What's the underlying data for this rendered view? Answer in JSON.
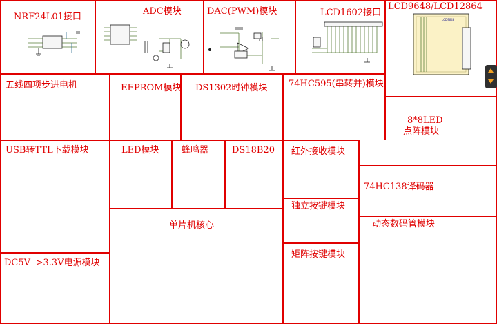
{
  "modules": {
    "nrf24l01": "NRF24L01接口",
    "adc": "ADC模块",
    "dac": "DAC(PWM)模块",
    "lcd1602": "LCD1602接口",
    "lcd9648": "LCD9648/LCD12864",
    "stepper": "五线四项步进电机",
    "eeprom": "EEPROM模块",
    "ds1302": "DS1302时钟模块",
    "hc595": "74HC595(串转并)模块",
    "led_matrix_line1": "8*8LED",
    "led_matrix_line2": "点阵模块",
    "usb_ttl": "USB转TTL下载模块",
    "led": "LED模块",
    "buzzer": "蜂鸣器",
    "ds18b20": "DS18B20",
    "ir": "红外接收模块",
    "hc138": "74HC138译码器",
    "mcu_core": "单片机核心",
    "key_independent": "独立按键模块",
    "dc_power": "DC5V-->3.3V电源模块",
    "dynamic_seg": "动态数码管模块",
    "matrix_key": "矩阵按键模块"
  },
  "colors": {
    "border": "#e00000",
    "title": "#e00000",
    "wire": "#5a7d3a",
    "component_blue": "#1f4fd0",
    "lcd_panel": "#fbf2c6",
    "scroll_widget_bg": "#2f2f2f",
    "scroll_widget_arrow": "#f0a020"
  },
  "icons": {
    "scroll_widget": [
      "chevron-up-icon",
      "chevron-down-icon"
    ]
  }
}
